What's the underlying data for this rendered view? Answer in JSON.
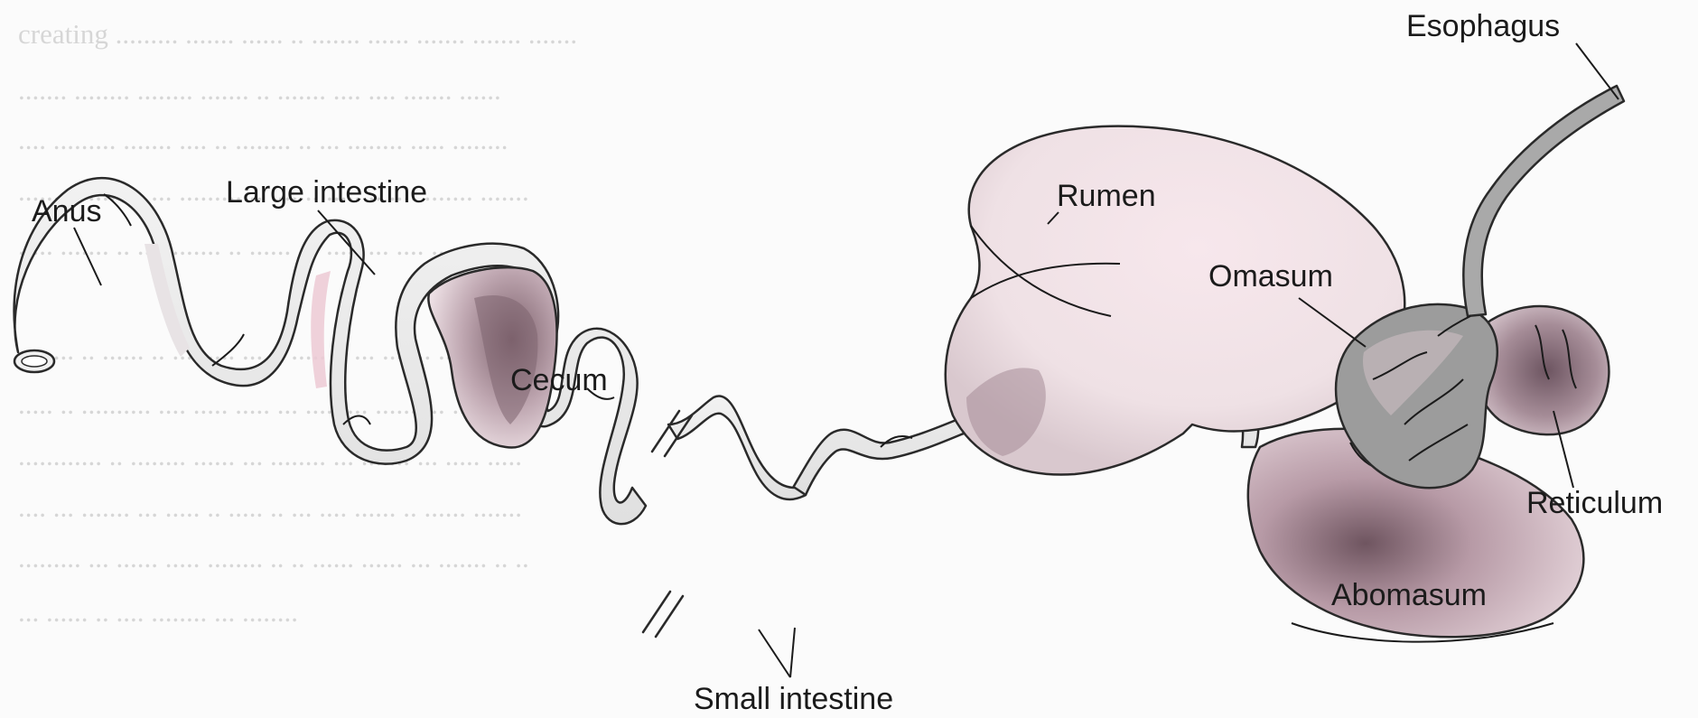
{
  "figure": {
    "labels": {
      "esophagus": "Esophagus",
      "rumen": "Rumen",
      "omasum": "Omasum",
      "reticulum": "Reticulum",
      "abomasum": "Abomasum",
      "cecum": "Cecum",
      "anus": "Anus",
      "large_intestine": "Large intestine",
      "small_intestine": "Small intestine"
    },
    "colors": {
      "tissue_light": "#ececec",
      "tissue_pink": "#f3dde3",
      "tissue_shadow": "#8e7680",
      "omasum_fill": "#9b9b9b",
      "outline": "#2a2a2a"
    }
  }
}
